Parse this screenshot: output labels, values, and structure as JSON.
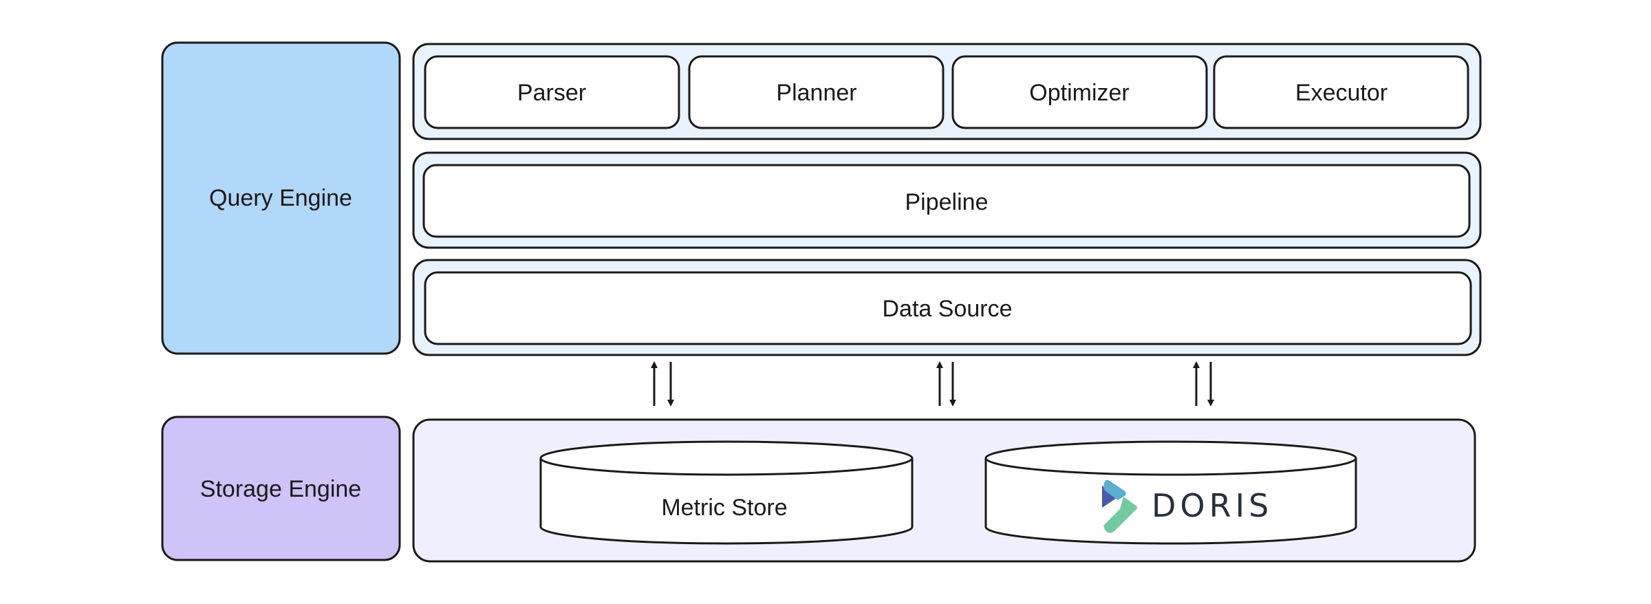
{
  "colors": {
    "stroke": "#1a1a1a",
    "query_engine_fill": "#b1d7fb",
    "storage_engine_fill": "#cfc3f9",
    "query_container_fill": "#e9f3fe",
    "storage_container_fill": "#f0effd",
    "box_fill": "#ffffff",
    "doris_dark_blue": "#4a58a8",
    "doris_light_blue": "#5aaed0",
    "doris_green": "#73c9a0"
  },
  "query_engine": {
    "label": "Query Engine",
    "top_row": [
      "Parser",
      "Planner",
      "Optimizer",
      "Executor"
    ],
    "pipeline": "Pipeline",
    "data_source": "Data Source"
  },
  "storage_engine": {
    "label": "Storage Engine",
    "stores": {
      "metric_store": "Metric Store",
      "doris_logo_text": "DORIS"
    }
  },
  "icons": {
    "doris_logo": "doris-logo-icon",
    "bidirectional_arrow": "up-down-arrows-icon"
  }
}
